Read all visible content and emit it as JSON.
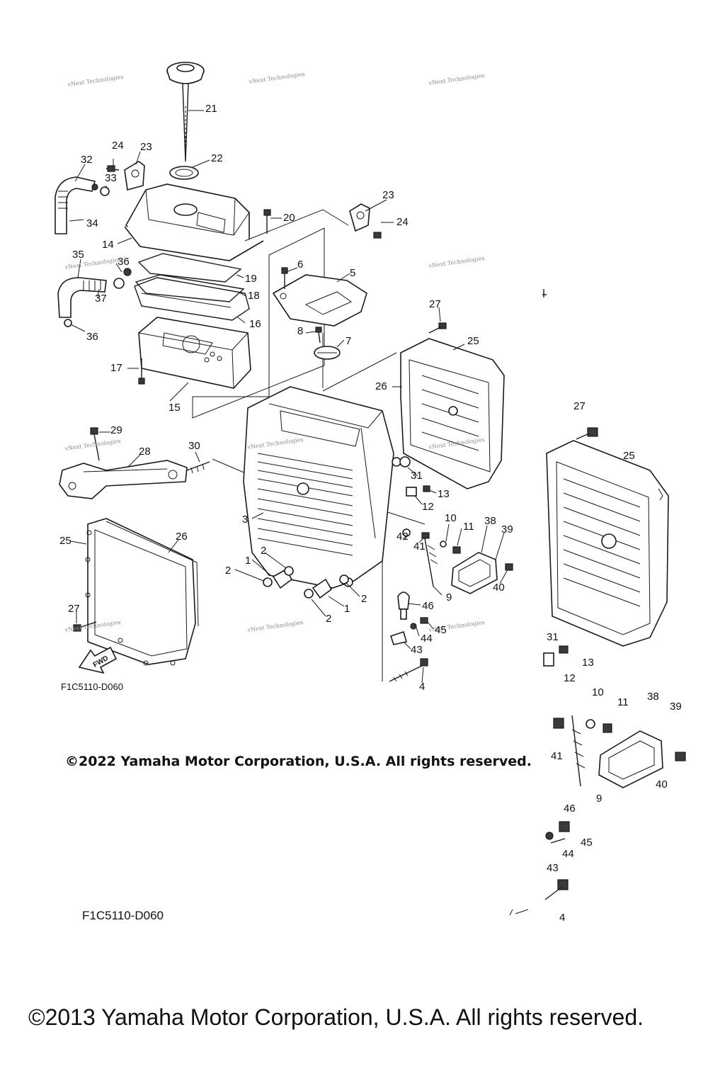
{
  "diagram": {
    "callouts": [
      {
        "id": "c21",
        "label": "21"
      },
      {
        "id": "c22",
        "label": "22"
      },
      {
        "id": "c24a",
        "label": "24"
      },
      {
        "id": "c23a",
        "label": "23"
      },
      {
        "id": "c32",
        "label": "32"
      },
      {
        "id": "c33",
        "label": "33"
      },
      {
        "id": "c34",
        "label": "34"
      },
      {
        "id": "c14",
        "label": "14"
      },
      {
        "id": "c20",
        "label": "20"
      },
      {
        "id": "c23b",
        "label": "23"
      },
      {
        "id": "c24b",
        "label": "24"
      },
      {
        "id": "c35",
        "label": "35"
      },
      {
        "id": "c36a",
        "label": "36"
      },
      {
        "id": "c19",
        "label": "19"
      },
      {
        "id": "c18",
        "label": "18"
      },
      {
        "id": "c16",
        "label": "16"
      },
      {
        "id": "c37",
        "label": "37"
      },
      {
        "id": "c36b",
        "label": "36"
      },
      {
        "id": "c6",
        "label": "6"
      },
      {
        "id": "c5",
        "label": "5"
      },
      {
        "id": "c8",
        "label": "8"
      },
      {
        "id": "c7",
        "label": "7"
      },
      {
        "id": "c17",
        "label": "17"
      },
      {
        "id": "c15",
        "label": "15"
      },
      {
        "id": "c27a",
        "label": "27"
      },
      {
        "id": "c25a",
        "label": "25"
      },
      {
        "id": "c26a",
        "label": "26"
      },
      {
        "id": "c29",
        "label": "29"
      },
      {
        "id": "c30",
        "label": "30"
      },
      {
        "id": "c28",
        "label": "28"
      },
      {
        "id": "c31",
        "label": "31"
      },
      {
        "id": "c13",
        "label": "13"
      },
      {
        "id": "c12",
        "label": "12"
      },
      {
        "id": "c3",
        "label": "3"
      },
      {
        "id": "c10",
        "label": "10"
      },
      {
        "id": "c11",
        "label": "11"
      },
      {
        "id": "c38",
        "label": "38"
      },
      {
        "id": "c39",
        "label": "39"
      },
      {
        "id": "c42",
        "label": "42"
      },
      {
        "id": "c41",
        "label": "41"
      },
      {
        "id": "c40",
        "label": "40"
      },
      {
        "id": "c9",
        "label": "9"
      },
      {
        "id": "c25b",
        "label": "25"
      },
      {
        "id": "c26b",
        "label": "26"
      },
      {
        "id": "c2a",
        "label": "2"
      },
      {
        "id": "c1a",
        "label": "1"
      },
      {
        "id": "c2b",
        "label": "2"
      },
      {
        "id": "c2c",
        "label": "2"
      },
      {
        "id": "c1b",
        "label": "1"
      },
      {
        "id": "c2d",
        "label": "2"
      },
      {
        "id": "c46",
        "label": "46"
      },
      {
        "id": "c45",
        "label": "45"
      },
      {
        "id": "c44",
        "label": "44"
      },
      {
        "id": "c43",
        "label": "43"
      },
      {
        "id": "c4",
        "label": "4"
      },
      {
        "id": "c27b",
        "label": "27"
      }
    ],
    "zoom_callouts": [
      {
        "id": "z27",
        "label": "27"
      },
      {
        "id": "z25",
        "label": "25"
      },
      {
        "id": "z31",
        "label": "31"
      },
      {
        "id": "z13",
        "label": "13"
      },
      {
        "id": "z12",
        "label": "12"
      },
      {
        "id": "z10",
        "label": "10"
      },
      {
        "id": "z11",
        "label": "11"
      },
      {
        "id": "z38",
        "label": "38"
      },
      {
        "id": "z39",
        "label": "39"
      },
      {
        "id": "z41",
        "label": "41"
      },
      {
        "id": "z40",
        "label": "40"
      },
      {
        "id": "z9",
        "label": "9"
      },
      {
        "id": "z46",
        "label": "46"
      },
      {
        "id": "z45",
        "label": "45"
      },
      {
        "id": "z44",
        "label": "44"
      },
      {
        "id": "z43",
        "label": "43"
      },
      {
        "id": "z4",
        "label": "4"
      }
    ],
    "watermark": "vNext Technologies",
    "fwd_label": "FWD",
    "drawing_code": "F1C5110-D060",
    "drawing_code_lower": "F1C5110-D060",
    "copyright_2022": "©2022 Yamaha Motor Corporation, U.S.A. All rights reserved.",
    "copyright_2013": "©2013 Yamaha Motor Corporation, U.S.A. All rights reserved."
  }
}
